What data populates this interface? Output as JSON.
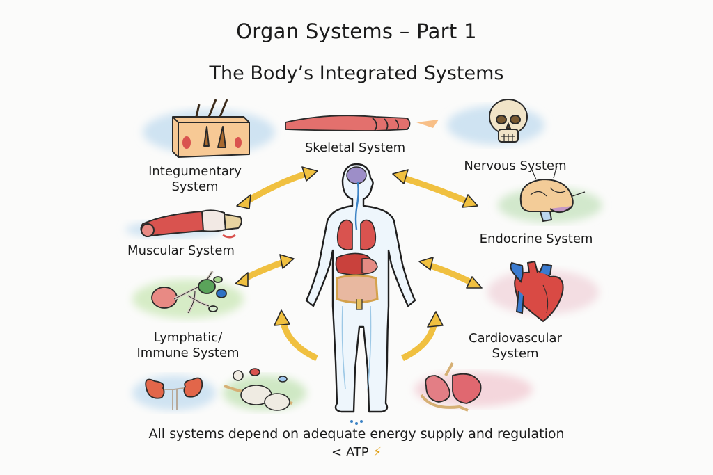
{
  "header": {
    "title": "Organ Systems – Part 1",
    "subtitle": "The Body’s Integrated Systems"
  },
  "systems": [
    {
      "id": "integumentary",
      "label_line1": "Integumentary",
      "label_line2": "System",
      "icon": "skin-block-icon"
    },
    {
      "id": "skeletal",
      "label_line1": "Skeletal System",
      "icon": "muscle-limb-icon"
    },
    {
      "id": "nervous",
      "label_line1": "Nervous System",
      "icon": "skull-icon"
    },
    {
      "id": "endocrine",
      "label_line1": "Endocrine System",
      "icon": "brain-gland-icon"
    },
    {
      "id": "muscular",
      "label_line1": "Muscular System",
      "icon": "muscle-bone-icon"
    },
    {
      "id": "cardiovascular",
      "label_line1": "Cardiovascular",
      "label_line2": "System",
      "icon": "heart-icon"
    },
    {
      "id": "lymphatic",
      "label_line1": "Lymphatic/",
      "label_line2": "Immune System",
      "icon": "lymph-nodes-icon"
    }
  ],
  "unlabeled_illustrations": [
    "kidneys-icon",
    "digestive-glands-icon",
    "stomach-icon"
  ],
  "center": {
    "figure": "human-body-organs-icon"
  },
  "footer": {
    "line1": "All systems depend on adequate energy supply and regulation",
    "line2": "< ATP",
    "bolt": "⚡"
  },
  "colors": {
    "arrow": "#f0c040",
    "arrow_outline": "#2a2a2a",
    "wash_blue": "#cfe3f2",
    "wash_green": "#cfe8c4",
    "wash_pink": "#f4d6dc",
    "organ_red": "#d9534f",
    "vein_blue": "#3b82c4"
  }
}
